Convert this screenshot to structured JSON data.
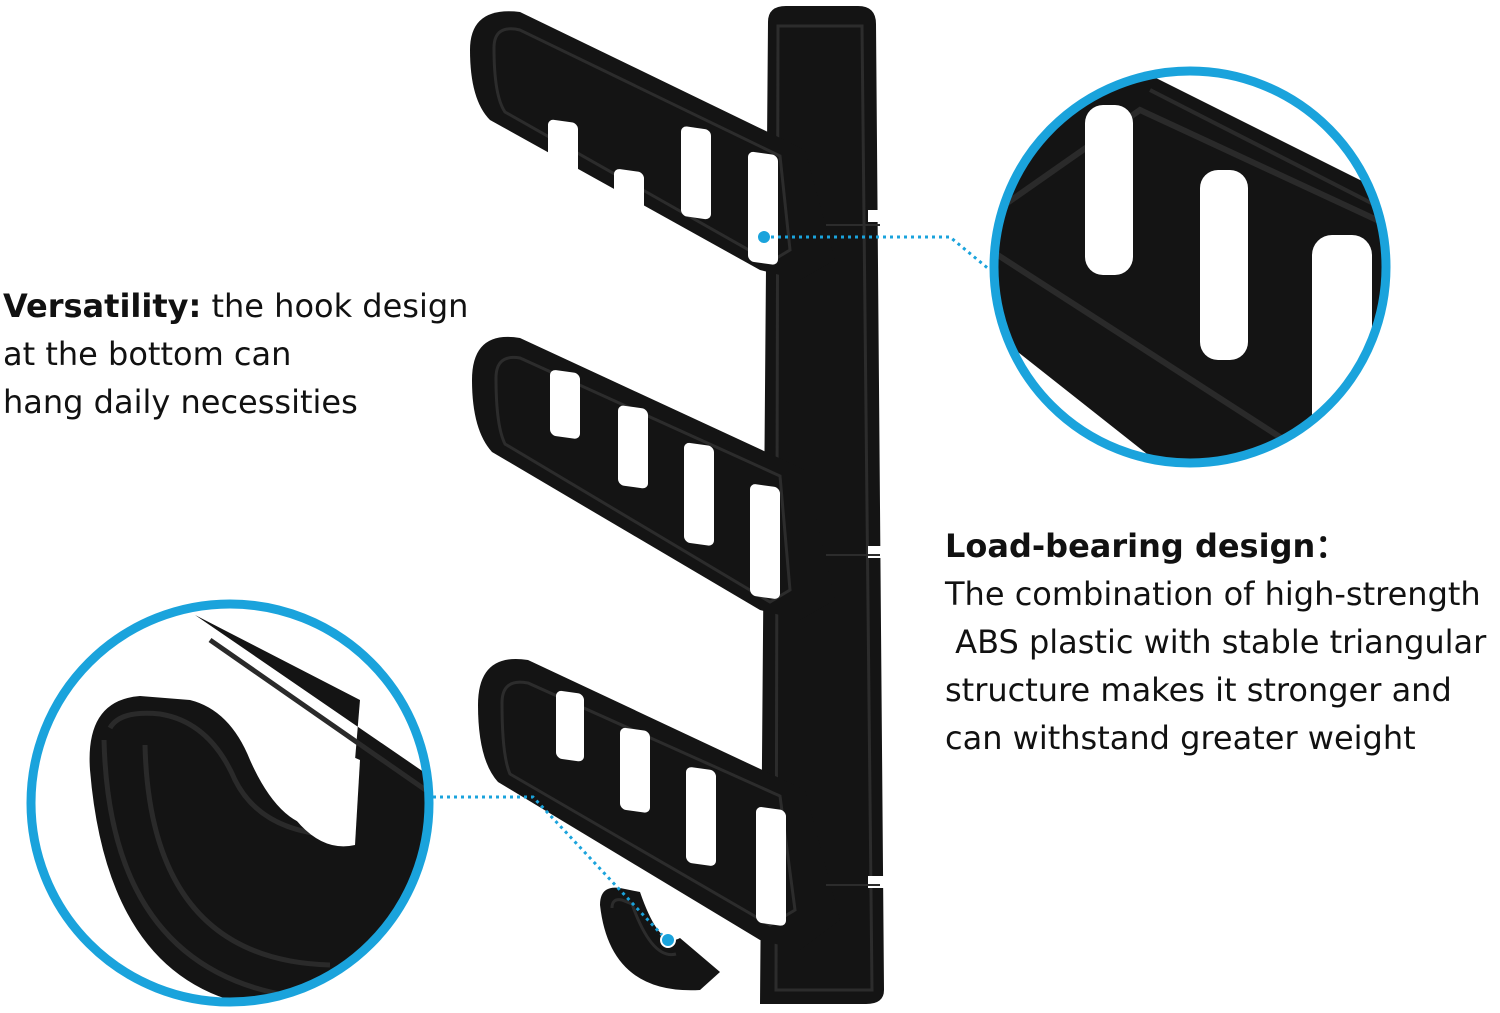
{
  "left_callout": {
    "heading": "Versatility:",
    "line1_rest": " the hook design",
    "line2": "at the bottom can",
    "line3": "hang daily necessities"
  },
  "right_callout": {
    "heading": "Load-bearing design：",
    "lines": [
      "The combination of high-strength",
      " ABS plastic with stable triangular",
      "structure makes it stronger and",
      "can withstand greater weight"
    ]
  },
  "colors": {
    "product": "#141414",
    "product_edge": "#2c2c2c",
    "accent": "#1aa3dc",
    "background": "#ffffff"
  },
  "icons": [
    "hanger-organizer-illustration",
    "slot-detail-zoom",
    "hook-detail-zoom"
  ]
}
